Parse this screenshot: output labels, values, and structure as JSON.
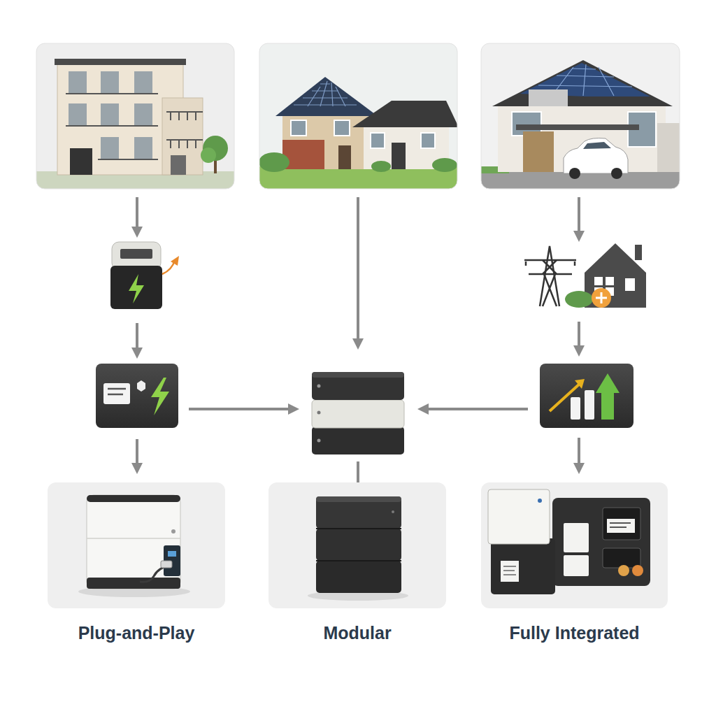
{
  "diagram": {
    "nodes": [
      {
        "text": [
          "Plug-and-Play"
        ]
      },
      {
        "text": [
          "Modular"
        ]
      },
      {
        "text": [
          "Fully Integrated"
        ]
      }
    ]
  }
}
